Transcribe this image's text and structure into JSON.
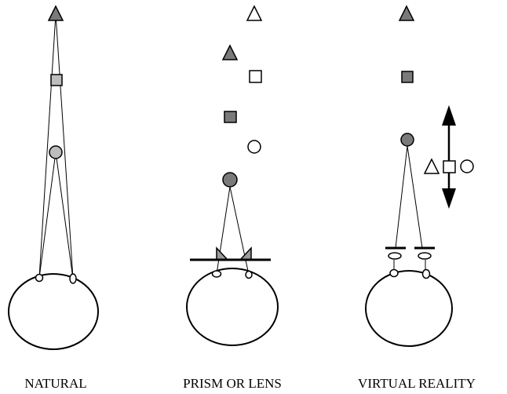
{
  "captions": {
    "natural": "NATURAL",
    "prism": "PRISM OR LENS",
    "vr": "VIRTUAL REALITY"
  },
  "colors": {
    "stroke": "#000000",
    "light_fill": "#bdbdbd",
    "dark_fill": "#7a7a7a",
    "white_fill": "#ffffff"
  },
  "icons": {
    "shapes": [
      "triangle-icon",
      "square-icon",
      "circle-icon"
    ],
    "arrow": "double-arrow-icon"
  }
}
